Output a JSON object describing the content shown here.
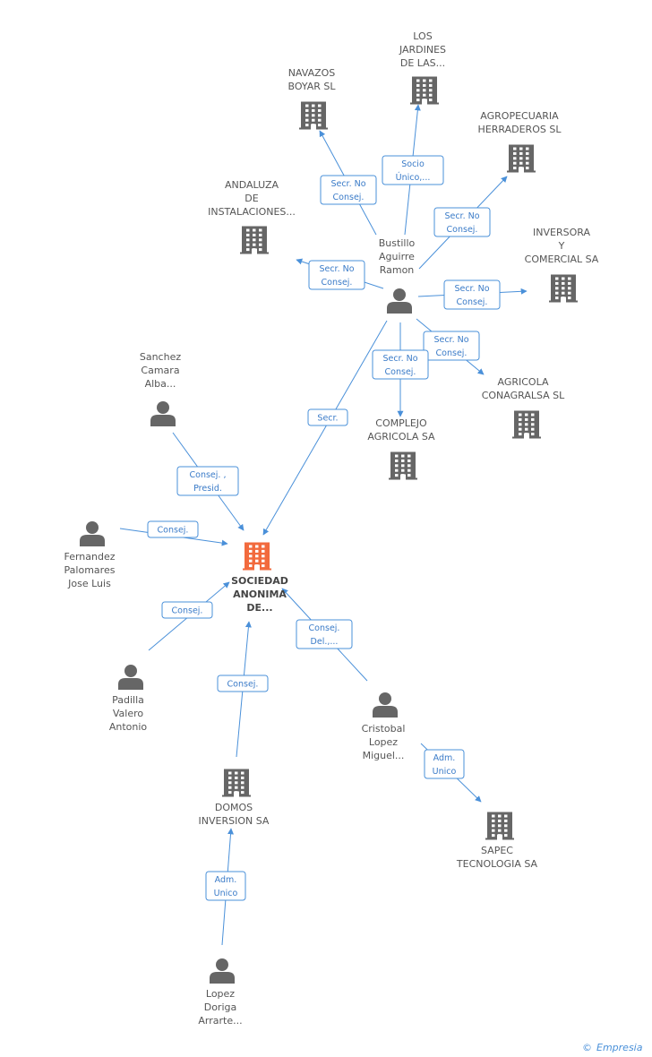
{
  "colors": {
    "edge": "#4a90d9",
    "edge_text": "#3a7bc8",
    "node_icon": "#666666",
    "main_icon": "#f26a3d",
    "label": "#555555"
  },
  "nodes": [
    {
      "id": "main",
      "type": "company",
      "main": true,
      "label": [
        "SOCIEDAD",
        "ANONIMA",
        "DE..."
      ]
    },
    {
      "id": "bustillo",
      "type": "person",
      "label": [
        "Bustillo",
        "Aguirre",
        "Ramon"
      ]
    },
    {
      "id": "navazos",
      "type": "company",
      "label": [
        "NAVAZOS",
        "BOYAR SL"
      ]
    },
    {
      "id": "jardines",
      "type": "company",
      "label": [
        "LOS",
        "JARDINES",
        "DE LAS..."
      ]
    },
    {
      "id": "agropecuaria",
      "type": "company",
      "label": [
        "AGROPECUARIA",
        "HERRADEROS SL"
      ]
    },
    {
      "id": "andaluza",
      "type": "company",
      "label": [
        "ANDALUZA",
        "DE",
        "INSTALACIONES..."
      ]
    },
    {
      "id": "inversora",
      "type": "company",
      "label": [
        "INVERSORA",
        "Y",
        "COMERCIAL SA"
      ]
    },
    {
      "id": "agricola_cona",
      "type": "company",
      "label": [
        "AGRICOLA",
        "CONAGRALSA SL"
      ]
    },
    {
      "id": "complejo",
      "type": "company",
      "label": [
        "COMPLEJO",
        "AGRICOLA SA"
      ]
    },
    {
      "id": "sanchez",
      "type": "person",
      "label": [
        "Sanchez",
        "Camara",
        "Alba..."
      ]
    },
    {
      "id": "fernandez",
      "type": "person",
      "label": [
        "Fernandez",
        "Palomares",
        "Jose Luis"
      ]
    },
    {
      "id": "padilla",
      "type": "person",
      "label": [
        "Padilla",
        "Valero",
        "Antonio"
      ]
    },
    {
      "id": "cristobal",
      "type": "person",
      "label": [
        "Cristobal",
        "Lopez",
        "Miguel..."
      ]
    },
    {
      "id": "domos",
      "type": "company",
      "label": [
        "DOMOS",
        "INVERSION SA"
      ]
    },
    {
      "id": "sapec",
      "type": "company",
      "label": [
        "SAPEC",
        "TECNOLOGIA SA"
      ]
    },
    {
      "id": "lopez",
      "type": "person",
      "label": [
        "Lopez",
        "Doriga",
        "Arrarte..."
      ]
    }
  ],
  "edges": [
    {
      "from": "bustillo",
      "to": "navazos",
      "label": [
        "Secr. No",
        "Consej."
      ]
    },
    {
      "from": "bustillo",
      "to": "jardines",
      "label": [
        "Socio",
        "Único,..."
      ]
    },
    {
      "from": "bustillo",
      "to": "agropecuaria",
      "label": [
        "Secr. No",
        "Consej."
      ]
    },
    {
      "from": "bustillo",
      "to": "andaluza",
      "label": [
        "Secr. No",
        "Consej."
      ]
    },
    {
      "from": "bustillo",
      "to": "inversora",
      "label": [
        "Secr. No",
        "Consej."
      ]
    },
    {
      "from": "bustillo",
      "to": "agricola_cona",
      "label": [
        "Secr. No",
        "Consej."
      ]
    },
    {
      "from": "bustillo",
      "to": "complejo",
      "label": [
        "Secr. No",
        "Consej."
      ]
    },
    {
      "from": "bustillo",
      "to": "main",
      "label": [
        "Secr."
      ]
    },
    {
      "from": "sanchez",
      "to": "main",
      "label": [
        "Consej. ,",
        "Presid."
      ]
    },
    {
      "from": "fernandez",
      "to": "main",
      "label": [
        "Consej."
      ]
    },
    {
      "from": "padilla",
      "to": "main",
      "label": [
        "Consej."
      ]
    },
    {
      "from": "domos",
      "to": "main",
      "label": [
        "Consej."
      ]
    },
    {
      "from": "cristobal",
      "to": "main",
      "label": [
        "Consej.",
        "Del.,..."
      ]
    },
    {
      "from": "cristobal",
      "to": "sapec",
      "label": [
        "Adm.",
        "Unico"
      ]
    },
    {
      "from": "lopez",
      "to": "domos",
      "label": [
        "Adm.",
        "Unico"
      ]
    }
  ],
  "watermark": {
    "symbol": "©",
    "brand": "Empresia"
  }
}
